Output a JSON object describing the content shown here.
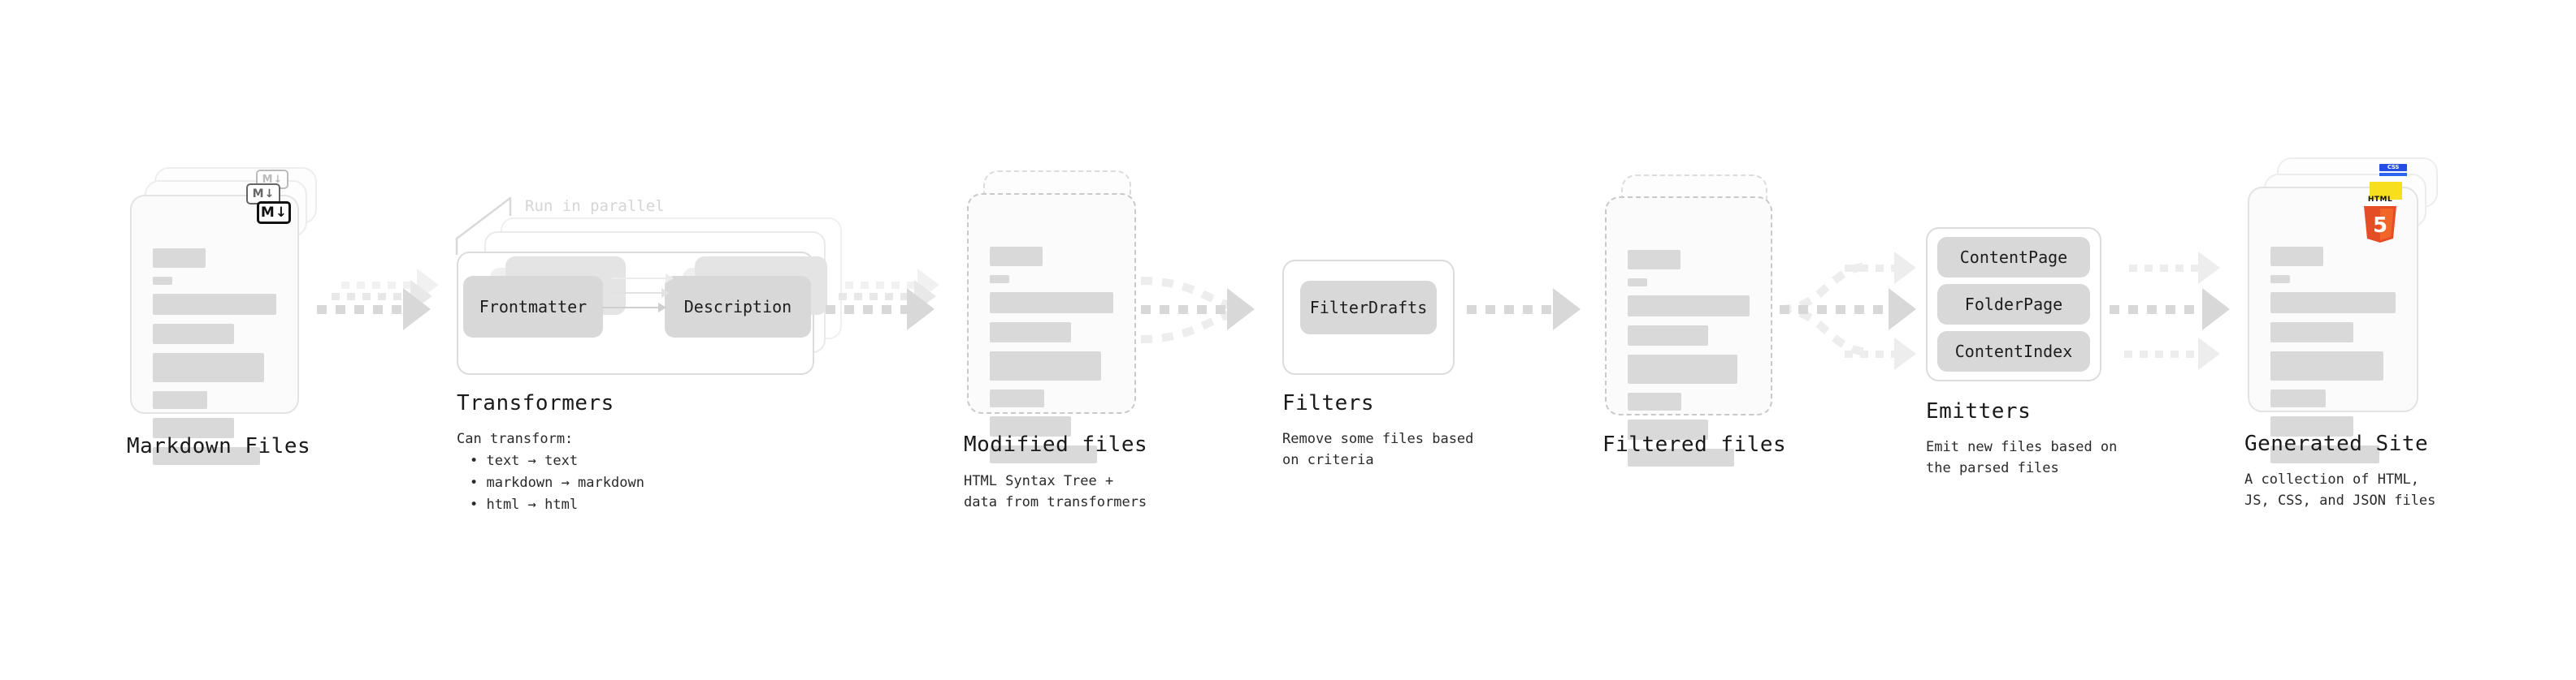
{
  "diagram": {
    "title_hidden": "",
    "stages": [
      {
        "id": "markdown-files",
        "title": "Markdown Files",
        "subtitle": "",
        "icon": "markdown-icon",
        "badge_text": "M"
      },
      {
        "id": "transformers",
        "title": "Transformers",
        "subtitle": "Can transform:",
        "parallel_note": "Run in parallel",
        "plugins": [
          "Frontmatter",
          "Description"
        ],
        "bullets": [
          "• text → text",
          "• markdown → markdown",
          "• html → html"
        ]
      },
      {
        "id": "modified-files",
        "title": "Modified files",
        "subtitle": "HTML Syntax Tree +\ndata from transformers"
      },
      {
        "id": "filters",
        "title": "Filters",
        "subtitle": "Remove some files based\non criteria",
        "plugins": [
          "FilterDrafts"
        ]
      },
      {
        "id": "filtered-files",
        "title": "Filtered files",
        "subtitle": ""
      },
      {
        "id": "emitters",
        "title": "Emitters",
        "subtitle": "Emit new files based on\nthe parsed files",
        "plugins": [
          "ContentPage",
          "FolderPage",
          "ContentIndex"
        ]
      },
      {
        "id": "generated-site",
        "title": "Generated Site",
        "subtitle": "A collection of HTML,\nJS, CSS, and JSON files",
        "badges": [
          "HTML5",
          "JS",
          "CSS"
        ]
      }
    ],
    "colors": {
      "background": "#ffffff",
      "text": "#1a1a1a",
      "doc_fill": "#FBFBFB",
      "doc_border_solid": "#E3E3E3",
      "doc_border_dashed": "#C9C9C9",
      "content_bar": "#D9D9D9",
      "arrow": "#D8D8D8",
      "arrow_faded": "#EDEDED",
      "pill_strong": "#D8D8D8",
      "pill_mid": "#E4E4E4",
      "pill_weak": "#EFEFEF",
      "parallel_text": "#D5D5D5",
      "html5_orange": "#E44D26",
      "html5_orange_light": "#F16529",
      "js_yellow": "#F7DF1E",
      "css_blue": "#264DE4"
    }
  }
}
